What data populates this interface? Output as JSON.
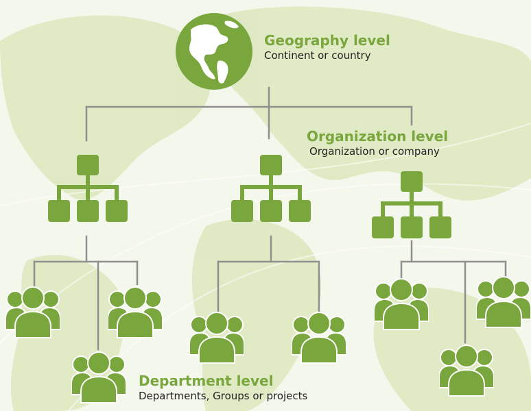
{
  "colors": {
    "accent": "#79a63d",
    "connector": "#8f8f8f",
    "map_land": "#d7e4b4",
    "background": "#f4f7ec"
  },
  "levels": {
    "geography": {
      "title": "Geography level",
      "subtitle": "Continent or country",
      "icon": "globe-icon"
    },
    "organization": {
      "title": "Organization level",
      "subtitle": "Organization or company",
      "icon": "org-chart-icon",
      "count": 3
    },
    "department": {
      "title": "Department level",
      "subtitle": "Departments, Groups or projects",
      "icon": "group-icon",
      "count": 8
    }
  }
}
